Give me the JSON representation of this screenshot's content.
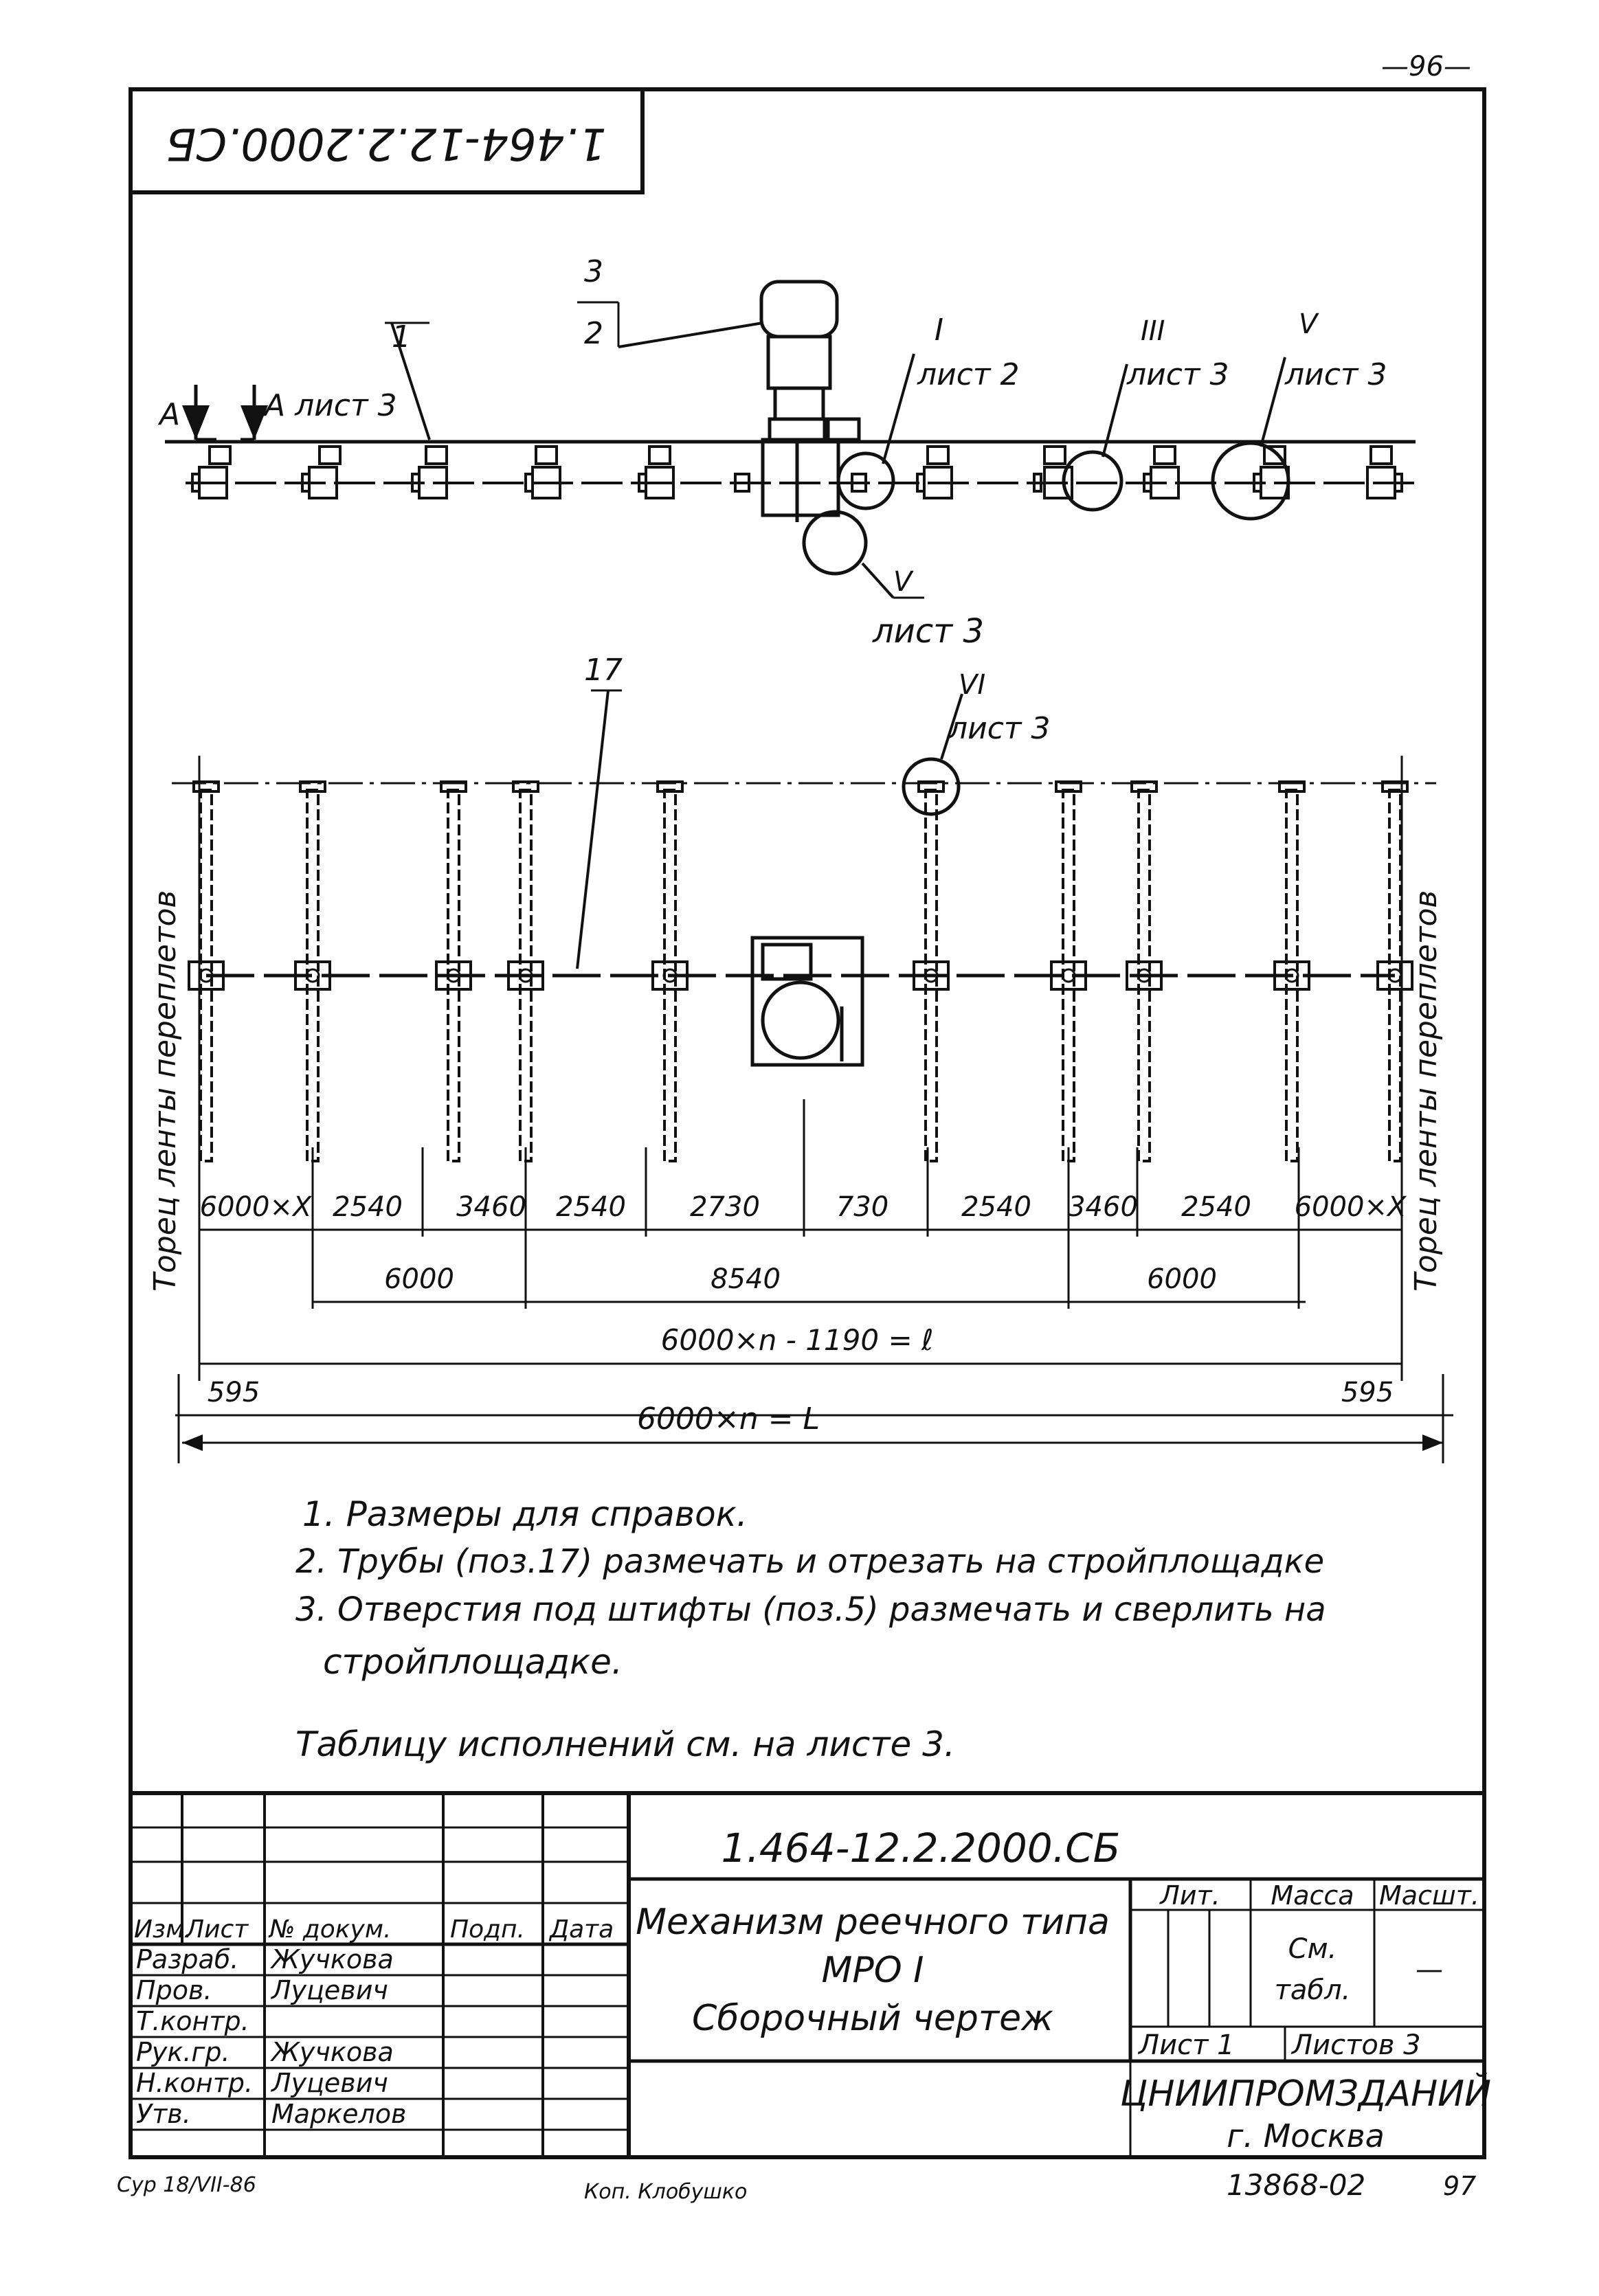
{
  "page_number": "—96—",
  "doc_code_stamp": "1.464-12.2.2000.СБ",
  "drawing": {
    "callouts": {
      "pos3": "3",
      "pos2": "2",
      "pos1": "1",
      "pos17": "17",
      "view_a_label": "А",
      "view_a_ref": "А лист 3",
      "node_I": "I",
      "node_I_sheet": "лист 2",
      "node_III": "III",
      "node_III_sheet": "лист 3",
      "node_V_top": "V",
      "node_V_top_sheet": "лист 3",
      "node_V_bottom": "V",
      "node_V_bottom_sheet": "лист 3",
      "node_VI": "VI",
      "node_VI_sheet": "лист 3"
    },
    "side_label_left": "Торец ленты переплетов",
    "side_label_right": "Торец ленты переплетов",
    "dimensions_row1": [
      "6000×X",
      "2540",
      "3460",
      "2540",
      "2730",
      "730",
      "2540",
      "3460",
      "2540",
      "6000×X"
    ],
    "dimensions_row2": [
      "6000",
      "8540",
      "6000"
    ],
    "dim_total_l": "6000×n - 1190 = ℓ",
    "dim_595_left": "595",
    "dim_595_right": "595",
    "dim_total_L": "6000×n = L"
  },
  "notes": [
    "1. Размеры для справок.",
    "2. Трубы (поз.17) размечать и отрезать на стройплощадке",
    "3. Отверстия под штифты (поз.5) размечать и сверлить на",
    "стройплощадке."
  ],
  "table_reference": "Таблицу исполнений см. на листе 3.",
  "title_block": {
    "designation": "1.464-12.2.2000.СБ",
    "name_line1": "Механизм реечного типа",
    "name_line2": "МРО I",
    "name_line3": "Сборочный чертеж",
    "col_headers": [
      "Изм.",
      "Лист",
      "№ докум.",
      "Подп.",
      "Дата"
    ],
    "roles": [
      {
        "role": "Разраб.",
        "name": "Жучкова"
      },
      {
        "role": "Пров.",
        "name": "Луцевич"
      },
      {
        "role": "Т.контр.",
        "name": ""
      },
      {
        "role": "Рук.гр.",
        "name": "Жучкова"
      },
      {
        "role": "Н.контр.",
        "name": "Луцевич"
      },
      {
        "role": "Утв.",
        "name": "Маркелов"
      }
    ],
    "lit_header": "Лит.",
    "mass_header": "Масса",
    "scale_header": "Масшт.",
    "mass_value_1": "См.",
    "mass_value_2": "табл.",
    "scale_value": "—",
    "sheet": "Лист 1",
    "sheets": "Листов 3",
    "org_line1": "ЦНИИПРОМЗДАНИЙ",
    "org_line2": "г. Москва"
  },
  "footer": {
    "left_mark": "Сур 18/VII-86",
    "center_mark": "Коп. Клобушко",
    "inventory": "13868-02",
    "page": "97"
  }
}
